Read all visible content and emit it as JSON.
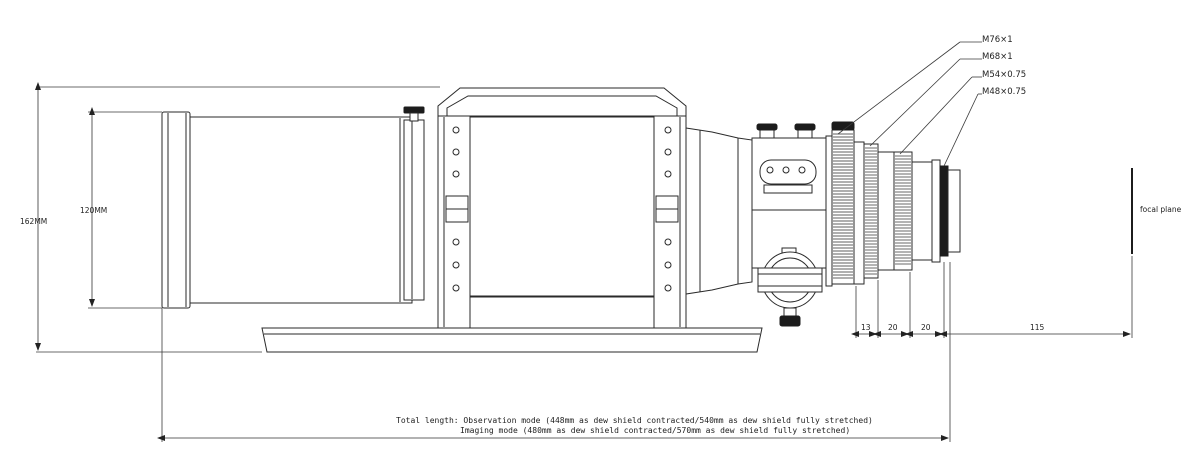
{
  "dimensions": {
    "total_height": "162MM",
    "tube_diameter": "120MM",
    "seg1": "13",
    "seg2": "20",
    "seg3": "20",
    "backfocus": "115"
  },
  "threads": {
    "t1": "M76×1",
    "t2": "M68×1",
    "t3": "M54×0.75",
    "t4": "M48×0.75"
  },
  "focal_plane_label": "focal plane",
  "total_length": {
    "line1": "Total length: Observation mode (448mm as dew shield contracted/540mm as dew shield fully stretched)",
    "line2": "Imaging mode (480mm as dew shield contracted/570mm as dew shield fully stretched)"
  }
}
